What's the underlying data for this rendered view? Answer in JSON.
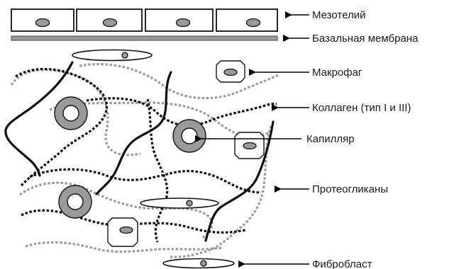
{
  "diagram": {
    "labels": {
      "mesothelium": "Мезотелий",
      "basement_membrane": "Базальная мембрана",
      "macrophage": "Макрофаг",
      "collagen": "Коллаген (тип I и III)",
      "capillary": "Капилляр",
      "proteoglycans": "Протеогликаны",
      "fibroblast": "Фибробласт"
    },
    "components": {
      "mesothelial_cells": 4,
      "capillaries": 3,
      "macrophages": 3,
      "fibroblasts": 3
    },
    "colors": {
      "outline": "#111111",
      "nucleus_fill": "#9a9a9a",
      "grey_fiber": "#9c9c9c",
      "background": "#ffffff"
    },
    "icons": [
      "arrow-left-icon"
    ]
  }
}
